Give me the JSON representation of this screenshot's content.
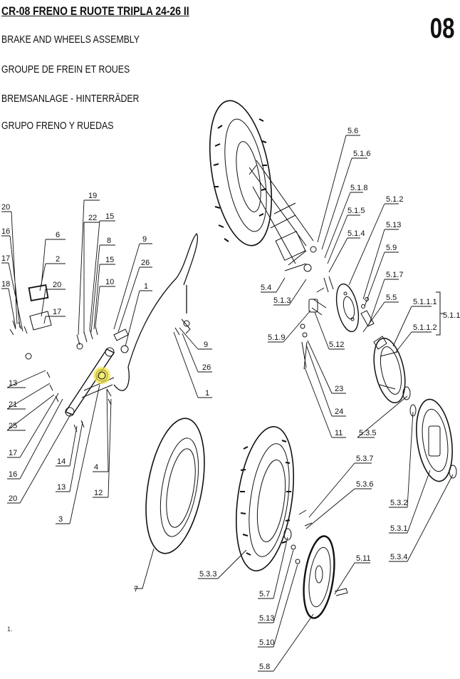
{
  "header": {
    "title": "CR-08 FRENO E RUOTE TRIPLA 24-26 II",
    "subtitles": [
      "BRAKE AND WHEELS ASSEMBLY",
      "GROUPE DE FREIN ET ROUES",
      "BREMSANLAGE - HINTERRÄDER",
      "GRUPO FRENO Y RUEDAS"
    ],
    "page_number": "08"
  },
  "footnote": "1.",
  "labels": {
    "l20a": "20",
    "l16a": "16",
    "l17a": "17",
    "l18": "18",
    "l6": "6",
    "l2": "2",
    "l20b": "20",
    "l17b": "17",
    "l19": "19",
    "l22": "22",
    "l15a": "15",
    "l8": "8",
    "l15b": "15",
    "l10": "10",
    "l9a": "9",
    "l26a": "26",
    "l1a": "1",
    "l9b": "9",
    "l26b": "26",
    "l1b": "1",
    "l13a": "13",
    "l21": "21",
    "l25": "25",
    "l17c": "17",
    "l16b": "16",
    "l20c": "20",
    "l14": "14",
    "l13b": "13",
    "l3": "3",
    "l4": "4",
    "l12": "12",
    "l5_6": "5.6",
    "l5_1_6": "5.1.6",
    "l5_1_8": "5.1.8",
    "l5_1_5": "5.1.5",
    "l5_1_4": "5.1.4",
    "l5_4": "5.4",
    "l5_1_3": "5.1.3",
    "l5_1_9": "5.1.9",
    "l5_1_2": "5.1.2",
    "l5_13a": "5.13",
    "l5_9": "5.9",
    "l5_1_7": "5.1.7",
    "l5_5": "5.5",
    "l5_1_1_1": "5.1.1.1",
    "l5_1_1_2": "5.1.1.2",
    "l5_1_1": "5.1.1",
    "l5_12": "5.12",
    "l23": "23",
    "l24": "24",
    "l11": "11",
    "l5_3_5": "5.3.5",
    "l5_3_7": "5.3.7",
    "l5_3_6": "5.3.6",
    "l5_3_2": "5.3.2",
    "l5_3_1": "5.3.1",
    "l5_3_4": "5.3.4",
    "l5_11": "5.11",
    "l5_3_3": "5.3.3",
    "l7": "7",
    "l5_7": "5.7",
    "l5_13b": "5.13",
    "l5_10": "5.10",
    "l5_8": "5.8"
  }
}
